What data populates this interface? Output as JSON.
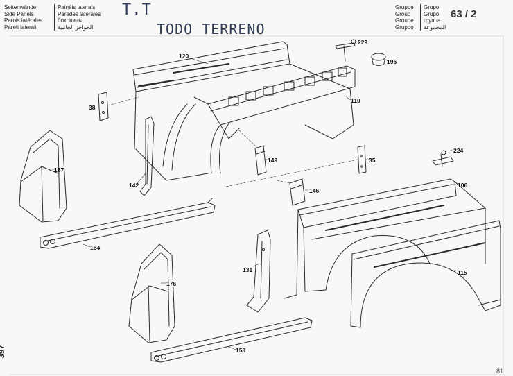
{
  "header": {
    "left_col1": [
      "Seitenwände",
      "Side Panels",
      "Parois latérales",
      "Pareti laterali"
    ],
    "left_col2": [
      "Painéis laterais",
      "Paredes laterales",
      "боковины",
      "الحواجز الجانبية"
    ],
    "right_col1": [
      "Gruppe",
      "Group",
      "Groupe",
      "Gruppo"
    ],
    "right_col2": [
      "Grupo",
      "Grupo",
      "группа",
      "المجموعة"
    ],
    "group_number": "63 / 2",
    "handwritten_tt": "T.T",
    "handwritten_title": "TODO TERRENO"
  },
  "page_number": "397",
  "footer_number": "81",
  "parts": [
    {
      "id": "p120",
      "label": "120"
    },
    {
      "id": "p229",
      "label": "229"
    },
    {
      "id": "p196",
      "label": "196"
    },
    {
      "id": "p38",
      "label": "38"
    },
    {
      "id": "p110",
      "label": "110"
    },
    {
      "id": "p187",
      "label": "187"
    },
    {
      "id": "p142",
      "label": "142"
    },
    {
      "id": "p149",
      "label": "149"
    },
    {
      "id": "p35",
      "label": "35"
    },
    {
      "id": "p224",
      "label": "224"
    },
    {
      "id": "p146",
      "label": "146"
    },
    {
      "id": "p106",
      "label": "106"
    },
    {
      "id": "p164",
      "label": "164"
    },
    {
      "id": "p131",
      "label": "131"
    },
    {
      "id": "p176",
      "label": "176"
    },
    {
      "id": "p115",
      "label": "115"
    },
    {
      "id": "p153",
      "label": "153"
    }
  ]
}
